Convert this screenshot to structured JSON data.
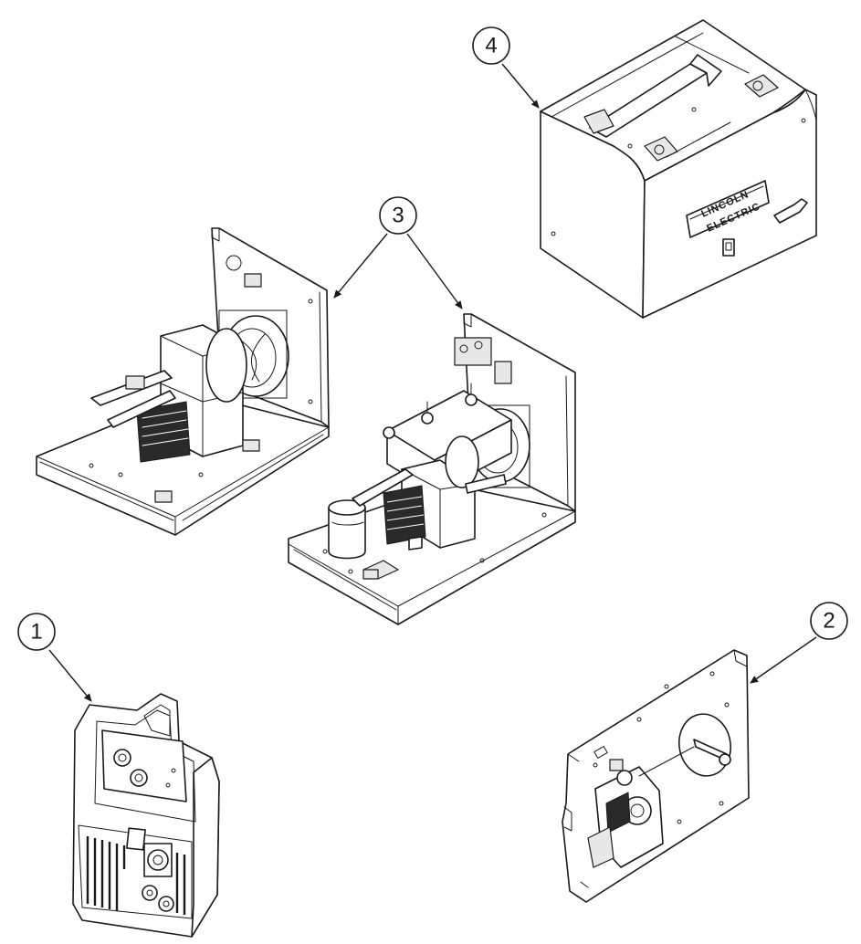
{
  "callouts": [
    {
      "id": "1",
      "label": "1"
    },
    {
      "id": "2",
      "label": "2"
    },
    {
      "id": "3",
      "label": "3"
    },
    {
      "id": "4",
      "label": "4"
    }
  ],
  "parts": {
    "front_panel": {
      "icon": "front-panel-assembly-icon"
    },
    "wire_drive_panel": {
      "icon": "wire-drive-panel-icon"
    },
    "base_chassis": {
      "icon": "base-chassis-assembly-icon"
    },
    "case_cover": {
      "icon": "case-cover-icon",
      "brand_line1": "LINCOLN",
      "brand_line2": "ELECTRIC"
    }
  },
  "colors": {
    "line": "#1a1a1a",
    "background": "#ffffff"
  }
}
